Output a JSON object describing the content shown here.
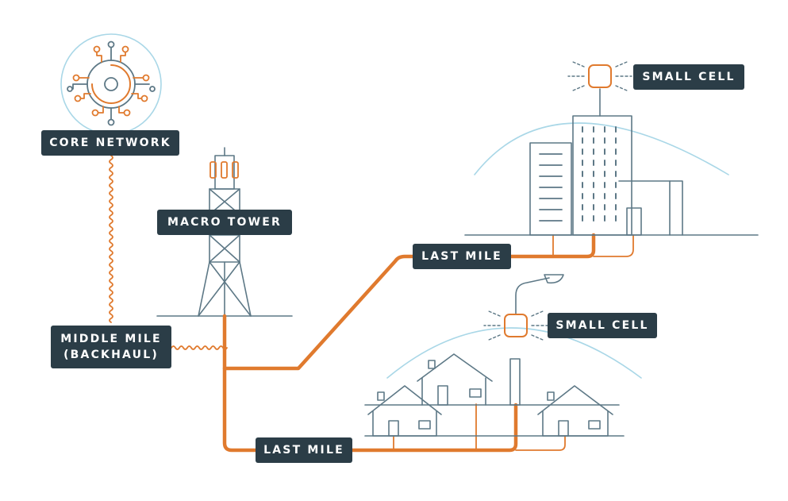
{
  "labels": {
    "core_network": "CORE NETWORK",
    "macro_tower": "MACRO TOWER",
    "middle_mile_line1": "MIDDLE MILE",
    "middle_mile_line2": "(BACKHAUL)",
    "last_mile_upper": "LAST MILE",
    "last_mile_lower": "LAST MILE",
    "small_cell_top": "SMALL CELL",
    "small_cell_mid": "SMALL CELL"
  },
  "colors": {
    "orange": "#e07a2e",
    "slate": "#5d7886",
    "label_bg": "#2b3d47",
    "arc": "#a9d7e7"
  }
}
